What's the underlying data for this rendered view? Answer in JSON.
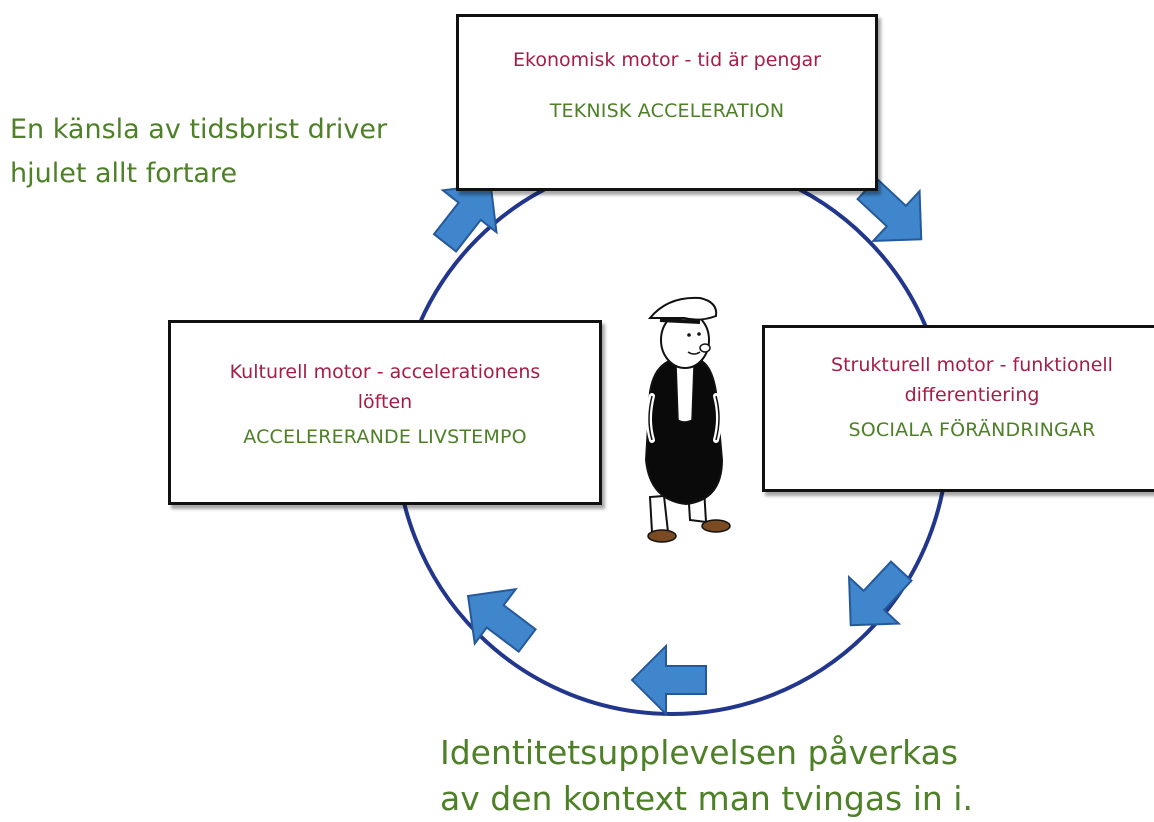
{
  "colors": {
    "motor_text": "#a51d47",
    "effect_text": "#4e8028",
    "note_text": "#4e8028",
    "circle": "#22378c",
    "arrow_fill": "#3f86cc",
    "arrow_stroke": "#26599a"
  },
  "boxes": {
    "top": {
      "motor": "Ekonomisk motor - tid är pengar",
      "effect": "TEKNISK ACCELERATION"
    },
    "left": {
      "motor_line1": "Kulturell motor - accelerationens",
      "motor_line2": "löften",
      "effect": "ACCELERERANDE LIVSTEMPO"
    },
    "right": {
      "motor_line1": "Strukturell motor - funktionell",
      "motor_line2": "differentiering",
      "effect": "SOCIALA FÖRÄNDRINGAR"
    }
  },
  "notes": {
    "top_left_line1": "En känsla av tidsbrist driver",
    "top_left_line2": "hjulet allt fortare",
    "bottom_line1": "Identitetsupplevelsen påverkas",
    "bottom_line2": "av den kontext man tvingas in i."
  },
  "icons": {
    "center_figure": "cartoon-man-with-cap",
    "cycle_arrows": "block-arrow-clockwise"
  }
}
